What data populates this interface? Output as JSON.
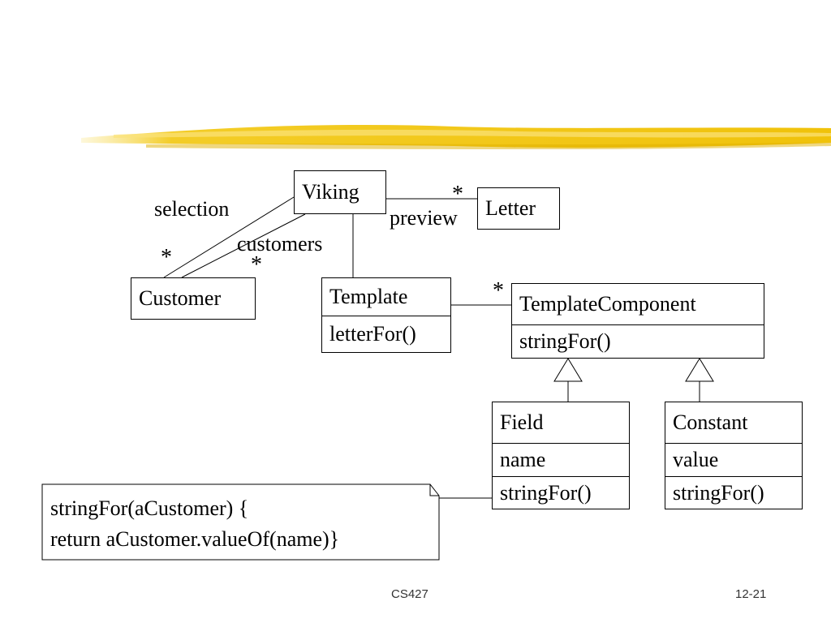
{
  "classes": {
    "viking": {
      "name": "Viking"
    },
    "letter": {
      "name": "Letter"
    },
    "customer": {
      "name": "Customer"
    },
    "template": {
      "name": "Template",
      "method": "letterFor()"
    },
    "template_component": {
      "name": "TemplateComponent",
      "method": "stringFor()"
    },
    "field": {
      "name": "Field",
      "attribute": "name",
      "method": "stringFor()"
    },
    "constant": {
      "name": "Constant",
      "attribute": "value",
      "method": "stringFor()"
    }
  },
  "associations": {
    "selection": {
      "label": "selection",
      "multiplicity": "*"
    },
    "customers": {
      "label": "customers",
      "multiplicity": "*"
    },
    "preview": {
      "label": "preview",
      "multiplicity": "*"
    },
    "components": {
      "multiplicity": "*"
    }
  },
  "note": {
    "line1": "stringFor(aCustomer) {",
    "line2": "return aCustomer.valueOf(name)}"
  },
  "footer": {
    "course": "CS427",
    "page": "12-21"
  },
  "colors": {
    "banner": "#f2c70f",
    "lines": "#000000"
  }
}
